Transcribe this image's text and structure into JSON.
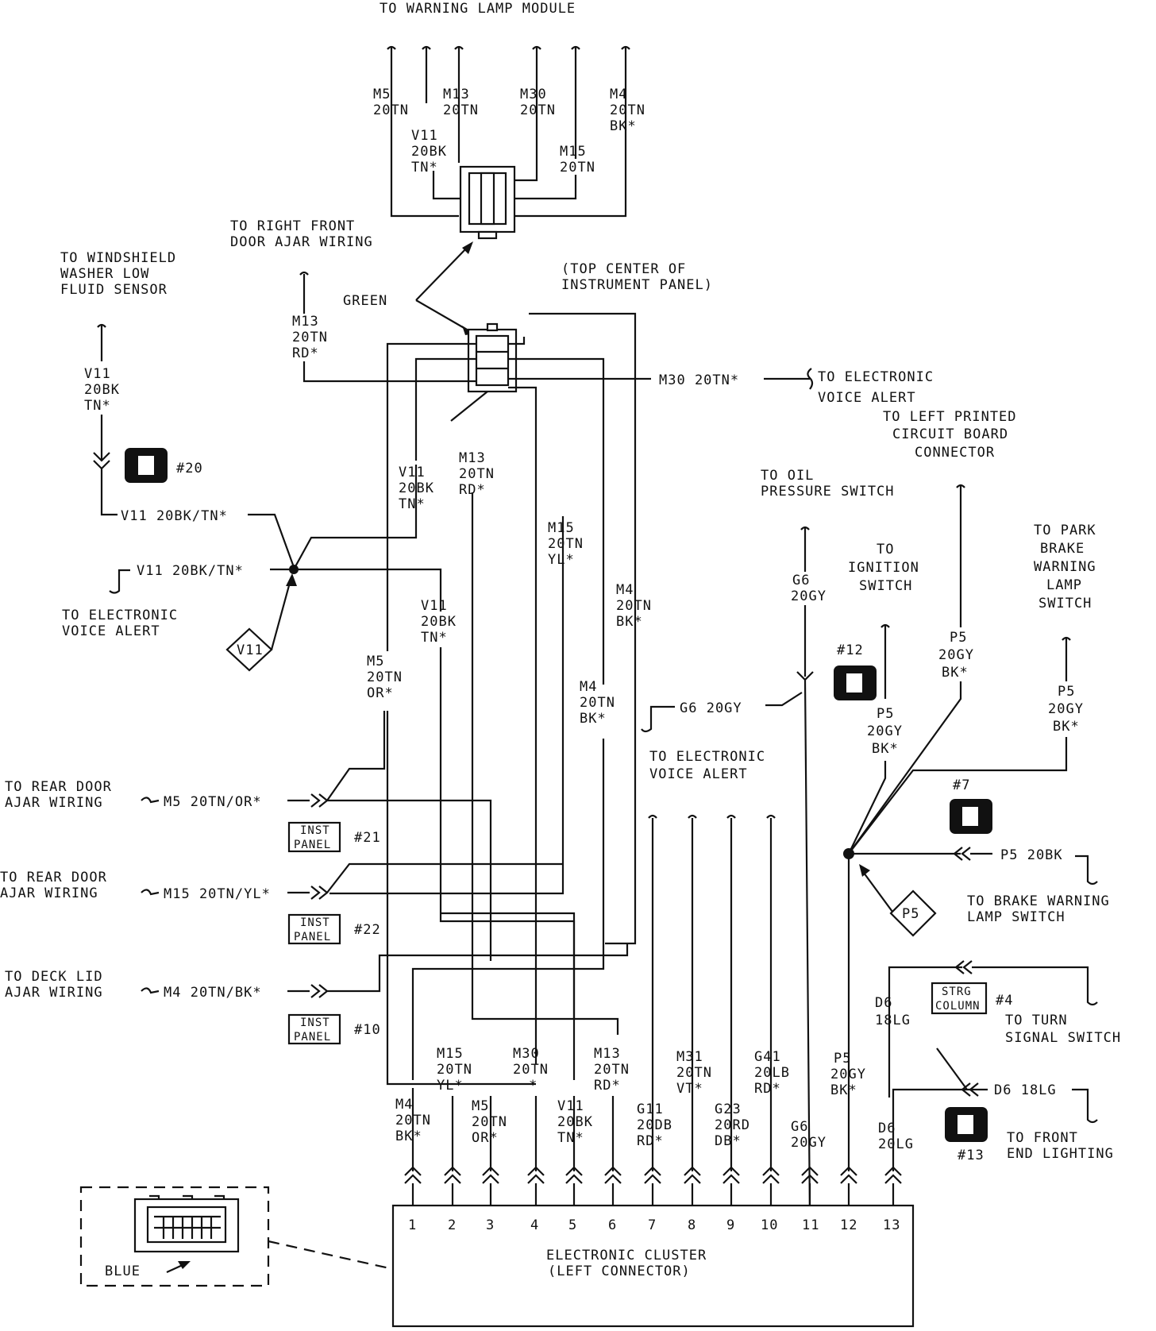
{
  "header": {
    "title": "TO WARNING LAMP MODULE"
  },
  "top_wires": [
    {
      "circuit": "M5",
      "gauge": "20TN"
    },
    {
      "circuit": "V11",
      "gauge": "20BK",
      "color": "TN*"
    },
    {
      "circuit": "M13",
      "gauge": "20TN"
    },
    {
      "circuit": "M30",
      "gauge": "20TN"
    },
    {
      "circuit": "M15",
      "gauge": "20TN"
    },
    {
      "circuit": "M4",
      "gauge": "20TN",
      "color": "BK*"
    }
  ],
  "labels": {
    "right_front_door": [
      "TO RIGHT FRONT",
      "DOOR AJAR WIRING"
    ],
    "washer": [
      "TO WINDSHIELD",
      "WASHER LOW",
      "FLUID SENSOR"
    ],
    "green": "GREEN",
    "top_center": [
      "(TOP CENTER OF",
      "INSTRUMENT PANEL)"
    ],
    "m30_wire": "M30 20TN*",
    "evac1": [
      "TO ELECTRONIC",
      "VOICE ALERT"
    ],
    "left_pcb": [
      "TO LEFT PRINTED",
      "CIRCUIT BOARD",
      "CONNECTOR"
    ],
    "oil": [
      "TO OIL",
      "PRESSURE SWITCH"
    ],
    "ignition": [
      "TO",
      "IGNITION",
      "SWITCH"
    ],
    "park_brake": [
      "TO PARK",
      "BRAKE",
      "WARNING",
      "LAMP",
      "SWITCH"
    ],
    "evac2": [
      "TO ELECTRONIC",
      "VOICE ALERT"
    ],
    "evac3": [
      "TO ELECTRONIC",
      "VOICE ALERT"
    ],
    "v11_splice_wire1": "V11 20BK/TN*",
    "v11_splice_wire2": "V11 20BK/TN*",
    "v11_diamond": "V11",
    "p5_diamond": "P5",
    "g6_branch": "G6 20GY",
    "rear_door1": [
      "TO REAR DOOR",
      "AJAR WIRING"
    ],
    "m5_wire": "M5 20TN/OR*",
    "rear_door2": [
      "TO REAR DOOR",
      "AJAR WIRING"
    ],
    "m15_wire": "M15 20TN/YL*",
    "deck_lid": [
      "TO DECK LID",
      "AJAR WIRING"
    ],
    "m4_wire": "M4 20TN/BK*",
    "p5_20bk": "P5 20BK",
    "brake_warn": [
      "TO BRAKE WARNING",
      "LAMP SWITCH"
    ],
    "strg_column": [
      "STRG",
      "COLUMN"
    ],
    "strg_ref": "#4",
    "turn_signal": [
      "TO TURN",
      "SIGNAL SWITCH"
    ],
    "d6_wire": "D6 18LG",
    "front_end": [
      "TO FRONT",
      "END LIGHTING"
    ],
    "blue": "BLUE",
    "cluster": [
      "ELECTRONIC CLUSTER",
      "(LEFT CONNECTOR)"
    ]
  },
  "inst_panels": [
    {
      "text": [
        "INST",
        "PANEL"
      ],
      "ref": "#21"
    },
    {
      "text": [
        "INST",
        "PANEL"
      ],
      "ref": "#22"
    },
    {
      "text": [
        "INST",
        "PANEL"
      ],
      "ref": "#10"
    }
  ],
  "grounds": [
    "#20",
    "#12",
    "#7",
    "#13"
  ],
  "mid_wires": {
    "m13_rd": [
      "M13",
      "20TN",
      "RD*"
    ],
    "v11_a": [
      "V11",
      "20BK",
      "TN*"
    ],
    "m13_b": [
      "M13",
      "20TN",
      "RD*"
    ],
    "m15_yl": [
      "M15",
      "20TN",
      "YL*"
    ],
    "m4_a": [
      "M4",
      "20TN",
      "BK*"
    ],
    "v11_b": [
      "V11",
      "20BK",
      "TN*"
    ],
    "m5_or": [
      "M5",
      "20TN",
      "OR*"
    ],
    "m4_b": [
      "M4",
      "20TN",
      "BK*"
    ],
    "v11_left": [
      "V11",
      "20BK",
      "TN*"
    ],
    "g6_top": [
      "G6",
      "20GY"
    ],
    "p5_a": [
      "P5",
      "20GY",
      "BK*"
    ],
    "p5_b": [
      "P5",
      "20GY",
      "BK*"
    ],
    "p5_c": [
      "P5",
      "20GY",
      "BK*"
    ],
    "d6_a": [
      "D6",
      "18LG"
    ],
    "d6_b": [
      "D6",
      "20LG"
    ]
  },
  "pin_wires": [
    {
      "pin": "1",
      "lines": [
        "M4",
        "20TN",
        "BK*"
      ]
    },
    {
      "pin": "2",
      "lines": [
        "M15",
        "20TN",
        "YL*"
      ]
    },
    {
      "pin": "3",
      "lines": [
        "M5",
        "20TN",
        "OR*"
      ]
    },
    {
      "pin": "4",
      "lines": [
        "M30",
        "20TN",
        "*"
      ]
    },
    {
      "pin": "5",
      "lines": [
        "V11",
        "20BK",
        "TN*"
      ]
    },
    {
      "pin": "6",
      "lines": [
        "M13",
        "20TN",
        "RD*"
      ]
    },
    {
      "pin": "7",
      "lines": [
        "G11",
        "20DB",
        "RD*"
      ]
    },
    {
      "pin": "8",
      "lines": [
        "M31",
        "20TN",
        "VT*"
      ]
    },
    {
      "pin": "9",
      "lines": [
        "G23",
        "20RD",
        "DB*"
      ]
    },
    {
      "pin": "10",
      "lines": [
        "G41",
        "20LB",
        "RD*"
      ]
    },
    {
      "pin": "11",
      "lines": [
        "G6",
        "20GY"
      ]
    },
    {
      "pin": "12",
      "lines": [
        "P5",
        "20GY",
        "BK*"
      ]
    },
    {
      "pin": "13",
      "lines": [
        "D6",
        "20LG"
      ]
    }
  ]
}
